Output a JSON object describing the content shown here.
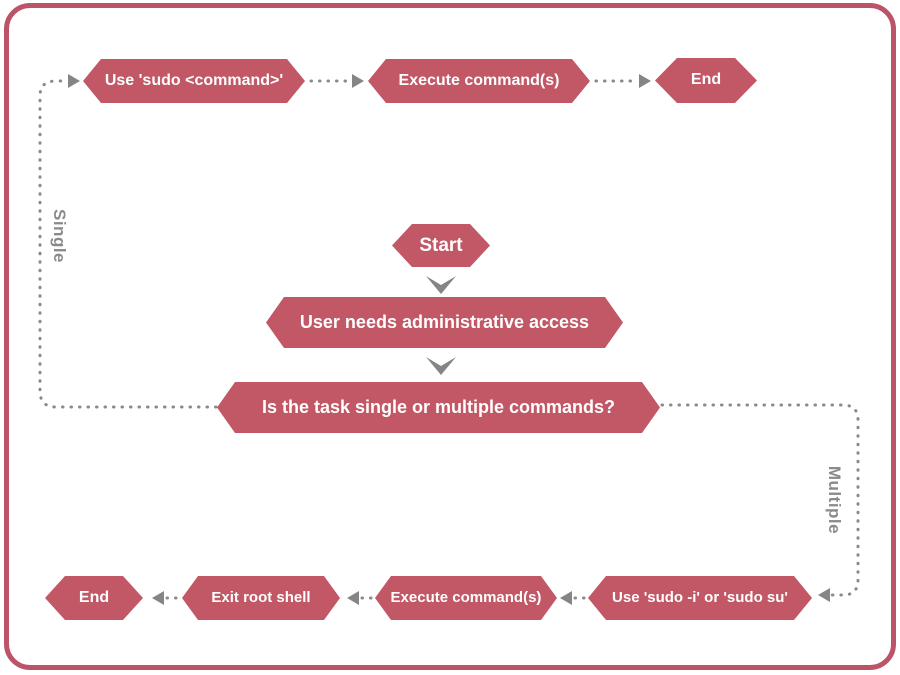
{
  "flowchart": {
    "start": "Start",
    "needs_access": "User needs administrative access",
    "decision": "Is the task single or multiple commands?",
    "single": {
      "label": "Single",
      "use_sudo": "Use 'sudo <command>'",
      "execute": "Execute command(s)",
      "end": "End"
    },
    "multiple": {
      "label": "Multiple",
      "use_sudo": "Use 'sudo -i' or 'sudo su'",
      "execute": "Execute command(s)",
      "exit_shell": "Exit root shell",
      "end": "End"
    },
    "colors": {
      "node_fill": "#c25765",
      "node_text": "#ffffff",
      "connector": "#8a8a8a",
      "frame_border": "#bb5468",
      "background": "#ffffff"
    }
  }
}
